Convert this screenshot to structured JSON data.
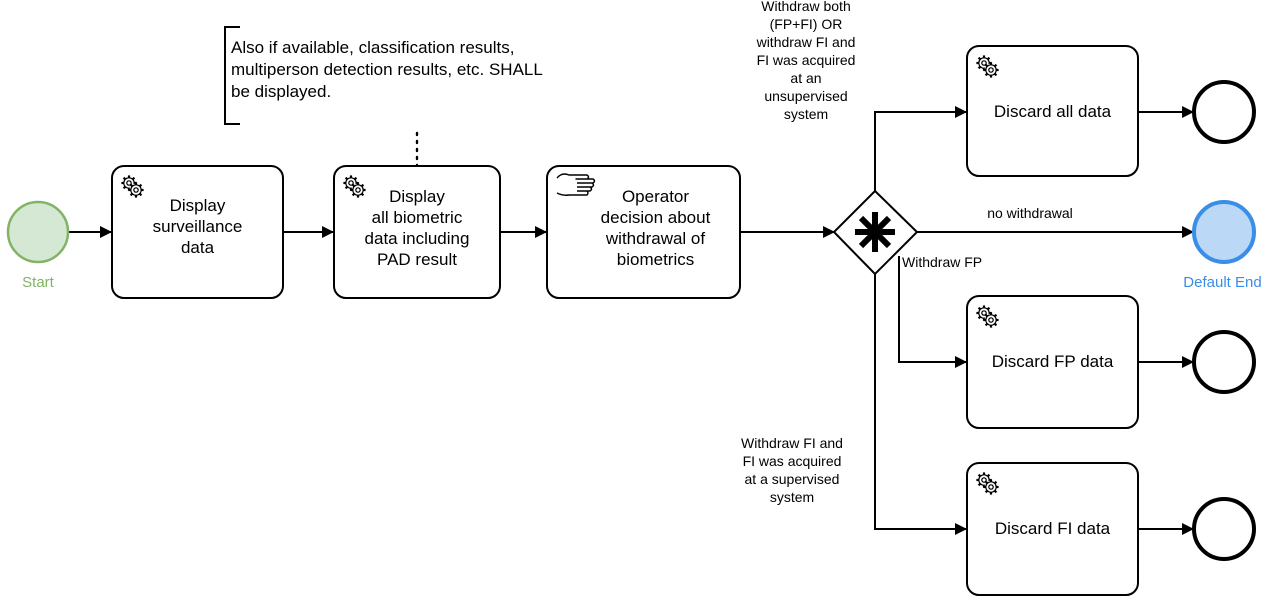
{
  "events": {
    "start": {
      "label": "Start",
      "color": "#82b366",
      "fill": "#d5e8d4"
    },
    "default_end": {
      "label": "Default End",
      "color": "#3a8ee6",
      "fill": "#bcd8f7"
    },
    "end_color": "#000000"
  },
  "tasks": {
    "display_surveillance": {
      "type": "service",
      "icon": "gear-icon",
      "label": "Display\nsurveillance\ndata"
    },
    "display_biometric": {
      "type": "service",
      "icon": "gear-icon",
      "label": "Display\nall biometric\ndata including\nPAD result"
    },
    "operator_decision": {
      "type": "manual",
      "icon": "hand-icon",
      "label": "Operator\ndecision about\nwithdrawal of\nbiometrics"
    },
    "discard_all": {
      "type": "service",
      "icon": "gear-icon",
      "label": "Discard all data"
    },
    "discard_fp": {
      "type": "service",
      "icon": "gear-icon",
      "label": "Discard FP data"
    },
    "discard_fi": {
      "type": "service",
      "icon": "gear-icon",
      "label": "Discard FI data"
    }
  },
  "gateway": {
    "type": "complex",
    "icon": "asterisk-icon"
  },
  "annotation": {
    "text": "Also if available, classification results,\nmultiperson detection results, etc. SHALL\nbe displayed."
  },
  "flow_labels": {
    "withdraw_both": "Withdraw both\n(FP+FI) OR\nwithdraw FI and\nFI was acquired\nat an\nunsupervised\nsystem",
    "no_withdrawal": "no withdrawal",
    "withdraw_fp": "Withdraw FP",
    "withdraw_fi": "Withdraw FI and\nFI was acquired\nat a supervised\nsystem"
  }
}
